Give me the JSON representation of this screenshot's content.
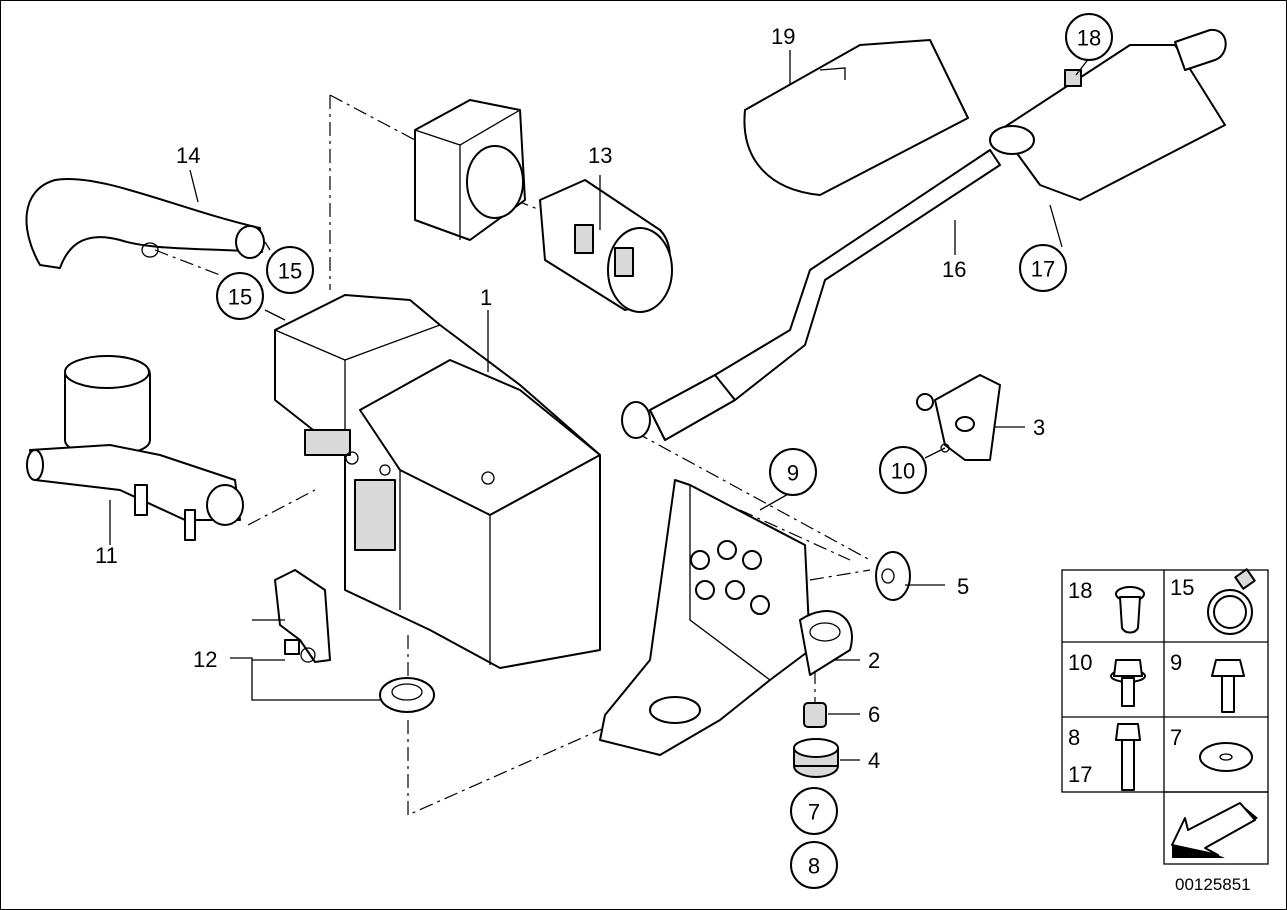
{
  "diagram": {
    "part_labels": {
      "p1": "1",
      "p2": "2",
      "p3": "3",
      "p4": "4",
      "p5": "5",
      "p6": "6",
      "p9": "9",
      "p11": "11",
      "p12": "12",
      "p13": "13",
      "p14": "14",
      "p16": "16",
      "p19": "19"
    },
    "circled_labels": {
      "c7": "7",
      "c8": "8",
      "c10": "10",
      "c15a": "15",
      "c15b": "15",
      "c17": "17",
      "c18": "18",
      "c9": "9"
    },
    "legend": {
      "cells": {
        "r1a": "18",
        "r1b": "15",
        "r2a": "10",
        "r2b": "9",
        "r3a": "8",
        "r3a2": "17",
        "r3b": "7"
      }
    },
    "catalog_number": "00125851"
  }
}
